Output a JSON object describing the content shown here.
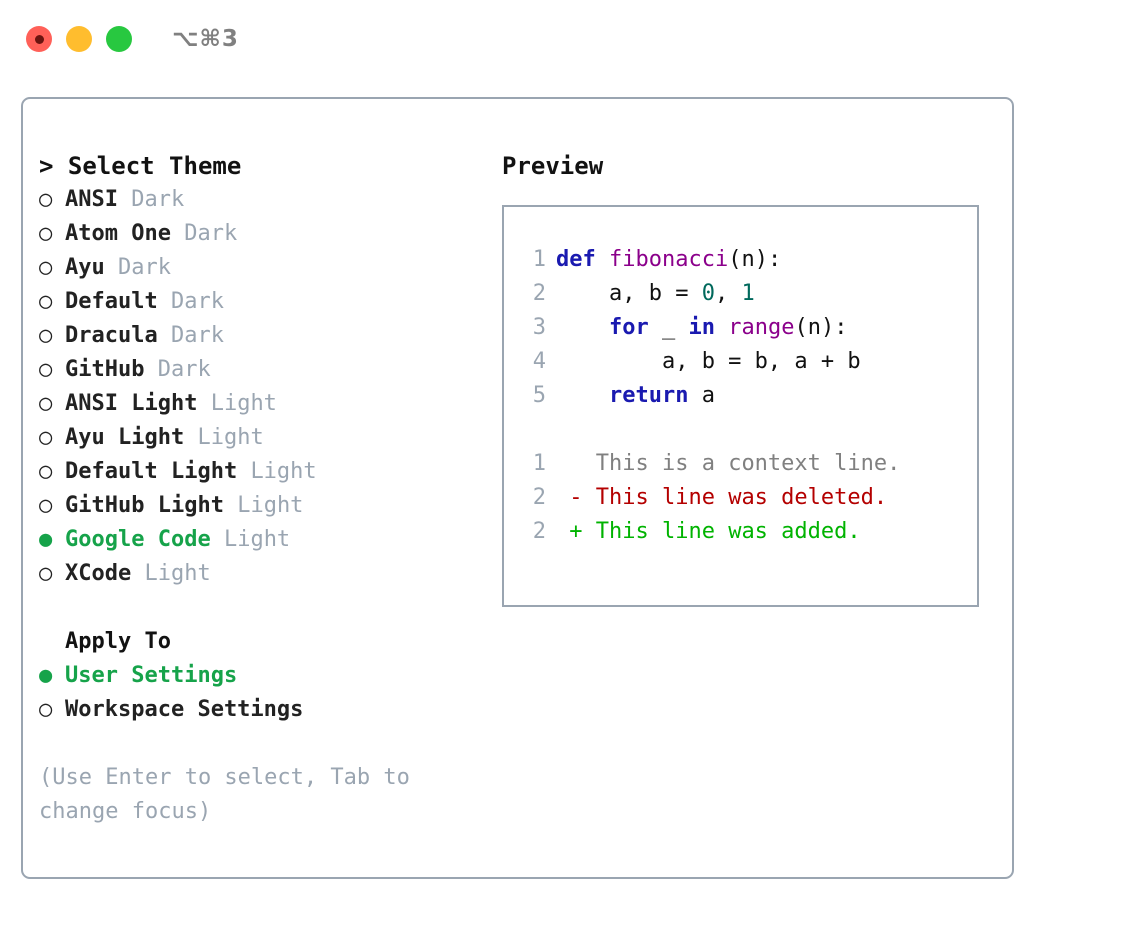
{
  "titlebar": {
    "shortcut": "⌥⌘3",
    "buttons": [
      {
        "name": "close",
        "color": "#ff6058"
      },
      {
        "name": "minimize",
        "color": "#ffbd2e"
      },
      {
        "name": "maximize",
        "color": "#28c840"
      }
    ]
  },
  "colors": {
    "accent_green": "#16a34a",
    "muted": "#9aa5b1",
    "border": "#9aa5b1",
    "text": "#222222",
    "keyword": "#1a1ab0",
    "function": "#8b008b",
    "number": "#00695c",
    "diff_add": "#00b300",
    "diff_del": "#b40000",
    "diff_ctx": "#808080"
  },
  "left": {
    "heading_caret": "> ",
    "heading": "Select Theme",
    "marker_on": "●",
    "marker_off": "○",
    "themes": [
      {
        "name": "ANSI",
        "kind": "Dark",
        "selected": false
      },
      {
        "name": "Atom One",
        "kind": "Dark",
        "selected": false
      },
      {
        "name": "Ayu",
        "kind": "Dark",
        "selected": false
      },
      {
        "name": "Default",
        "kind": "Dark",
        "selected": false
      },
      {
        "name": "Dracula",
        "kind": "Dark",
        "selected": false
      },
      {
        "name": "GitHub",
        "kind": "Dark",
        "selected": false
      },
      {
        "name": "ANSI Light",
        "kind": "Light",
        "selected": false
      },
      {
        "name": "Ayu Light",
        "kind": "Light",
        "selected": false
      },
      {
        "name": "Default Light",
        "kind": "Light",
        "selected": false
      },
      {
        "name": "GitHub Light",
        "kind": "Light",
        "selected": false
      },
      {
        "name": "Google Code",
        "kind": "Light",
        "selected": true
      },
      {
        "name": "XCode",
        "kind": "Light",
        "selected": false
      }
    ],
    "apply_to_heading": "Apply To",
    "apply_to": [
      {
        "name": "User Settings",
        "selected": true
      },
      {
        "name": "Workspace Settings",
        "selected": false
      }
    ],
    "hint": "(Use Enter to select, Tab to change focus)"
  },
  "right": {
    "title": "Preview",
    "code": [
      {
        "lineno": "1",
        "tokens": [
          {
            "t": "def ",
            "c": "kw"
          },
          {
            "t": "fibonacci",
            "c": "fn"
          },
          {
            "t": "(n):",
            "c": "pln"
          }
        ]
      },
      {
        "lineno": "2",
        "tokens": [
          {
            "t": "    a, b = ",
            "c": "pln"
          },
          {
            "t": "0",
            "c": "num"
          },
          {
            "t": ", ",
            "c": "pln"
          },
          {
            "t": "1",
            "c": "num"
          }
        ]
      },
      {
        "lineno": "3",
        "tokens": [
          {
            "t": "    ",
            "c": "pln"
          },
          {
            "t": "for",
            "c": "kw"
          },
          {
            "t": " _ ",
            "c": "pln"
          },
          {
            "t": "in",
            "c": "kw"
          },
          {
            "t": " ",
            "c": "pln"
          },
          {
            "t": "range",
            "c": "fn"
          },
          {
            "t": "(n):",
            "c": "pln"
          }
        ]
      },
      {
        "lineno": "4",
        "tokens": [
          {
            "t": "        a, b = b, a + b",
            "c": "pln"
          }
        ]
      },
      {
        "lineno": "5",
        "tokens": [
          {
            "t": "    ",
            "c": "pln"
          },
          {
            "t": "return",
            "c": "kw"
          },
          {
            "t": " a",
            "c": "pln"
          }
        ]
      }
    ],
    "diff": [
      {
        "lineno": "1",
        "sign": " ",
        "text": " This is a context line.",
        "kind": "ctx"
      },
      {
        "lineno": "2",
        "sign": "-",
        "text": " This line was deleted.",
        "kind": "del"
      },
      {
        "lineno": "2",
        "sign": "+",
        "text": " This line was added.",
        "kind": "add"
      }
    ]
  }
}
